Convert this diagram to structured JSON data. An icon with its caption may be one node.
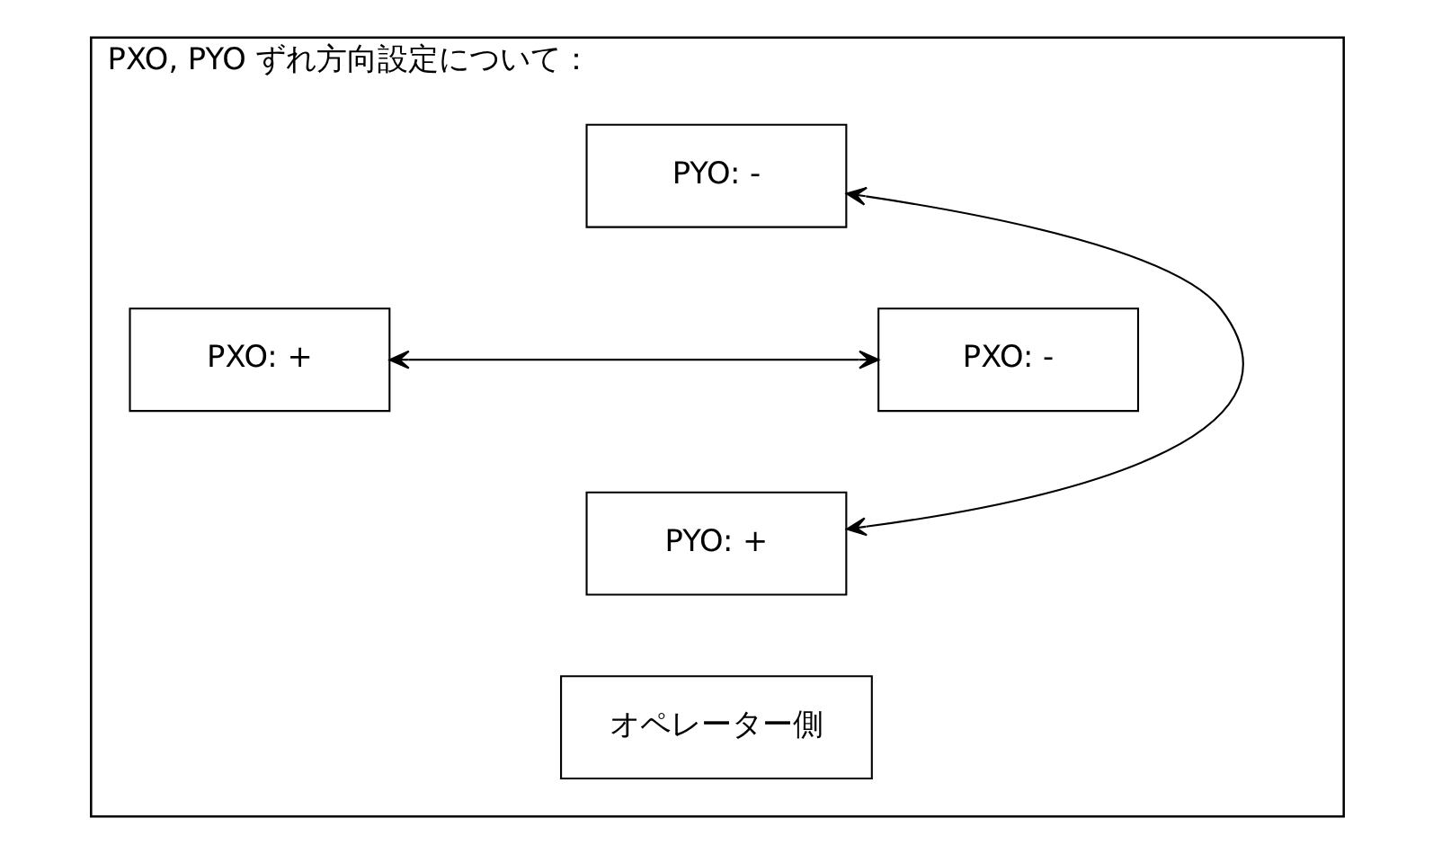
{
  "diagram": {
    "nodes": [
      {
        "text": [
          "PXO, PYO ずれ方向設定について："
        ]
      },
      {
        "text": [
          "PYO: -"
        ],
        "in": 0
      },
      {
        "text": [
          "PXO: +"
        ],
        "in": 0
      },
      {
        "text": [
          "PXO: -"
        ],
        "in": 0
      },
      {
        "text": [
          "PYO: +"
        ],
        "in": 0
      },
      {
        "text": [
          "オペレーター側"
        ],
        "in": 0
      }
    ],
    "edges": [
      {
        "from": 2,
        "to": 3,
        "arrow": "both"
      },
      {
        "from": 1,
        "to": 4,
        "arrow": "both"
      }
    ]
  }
}
